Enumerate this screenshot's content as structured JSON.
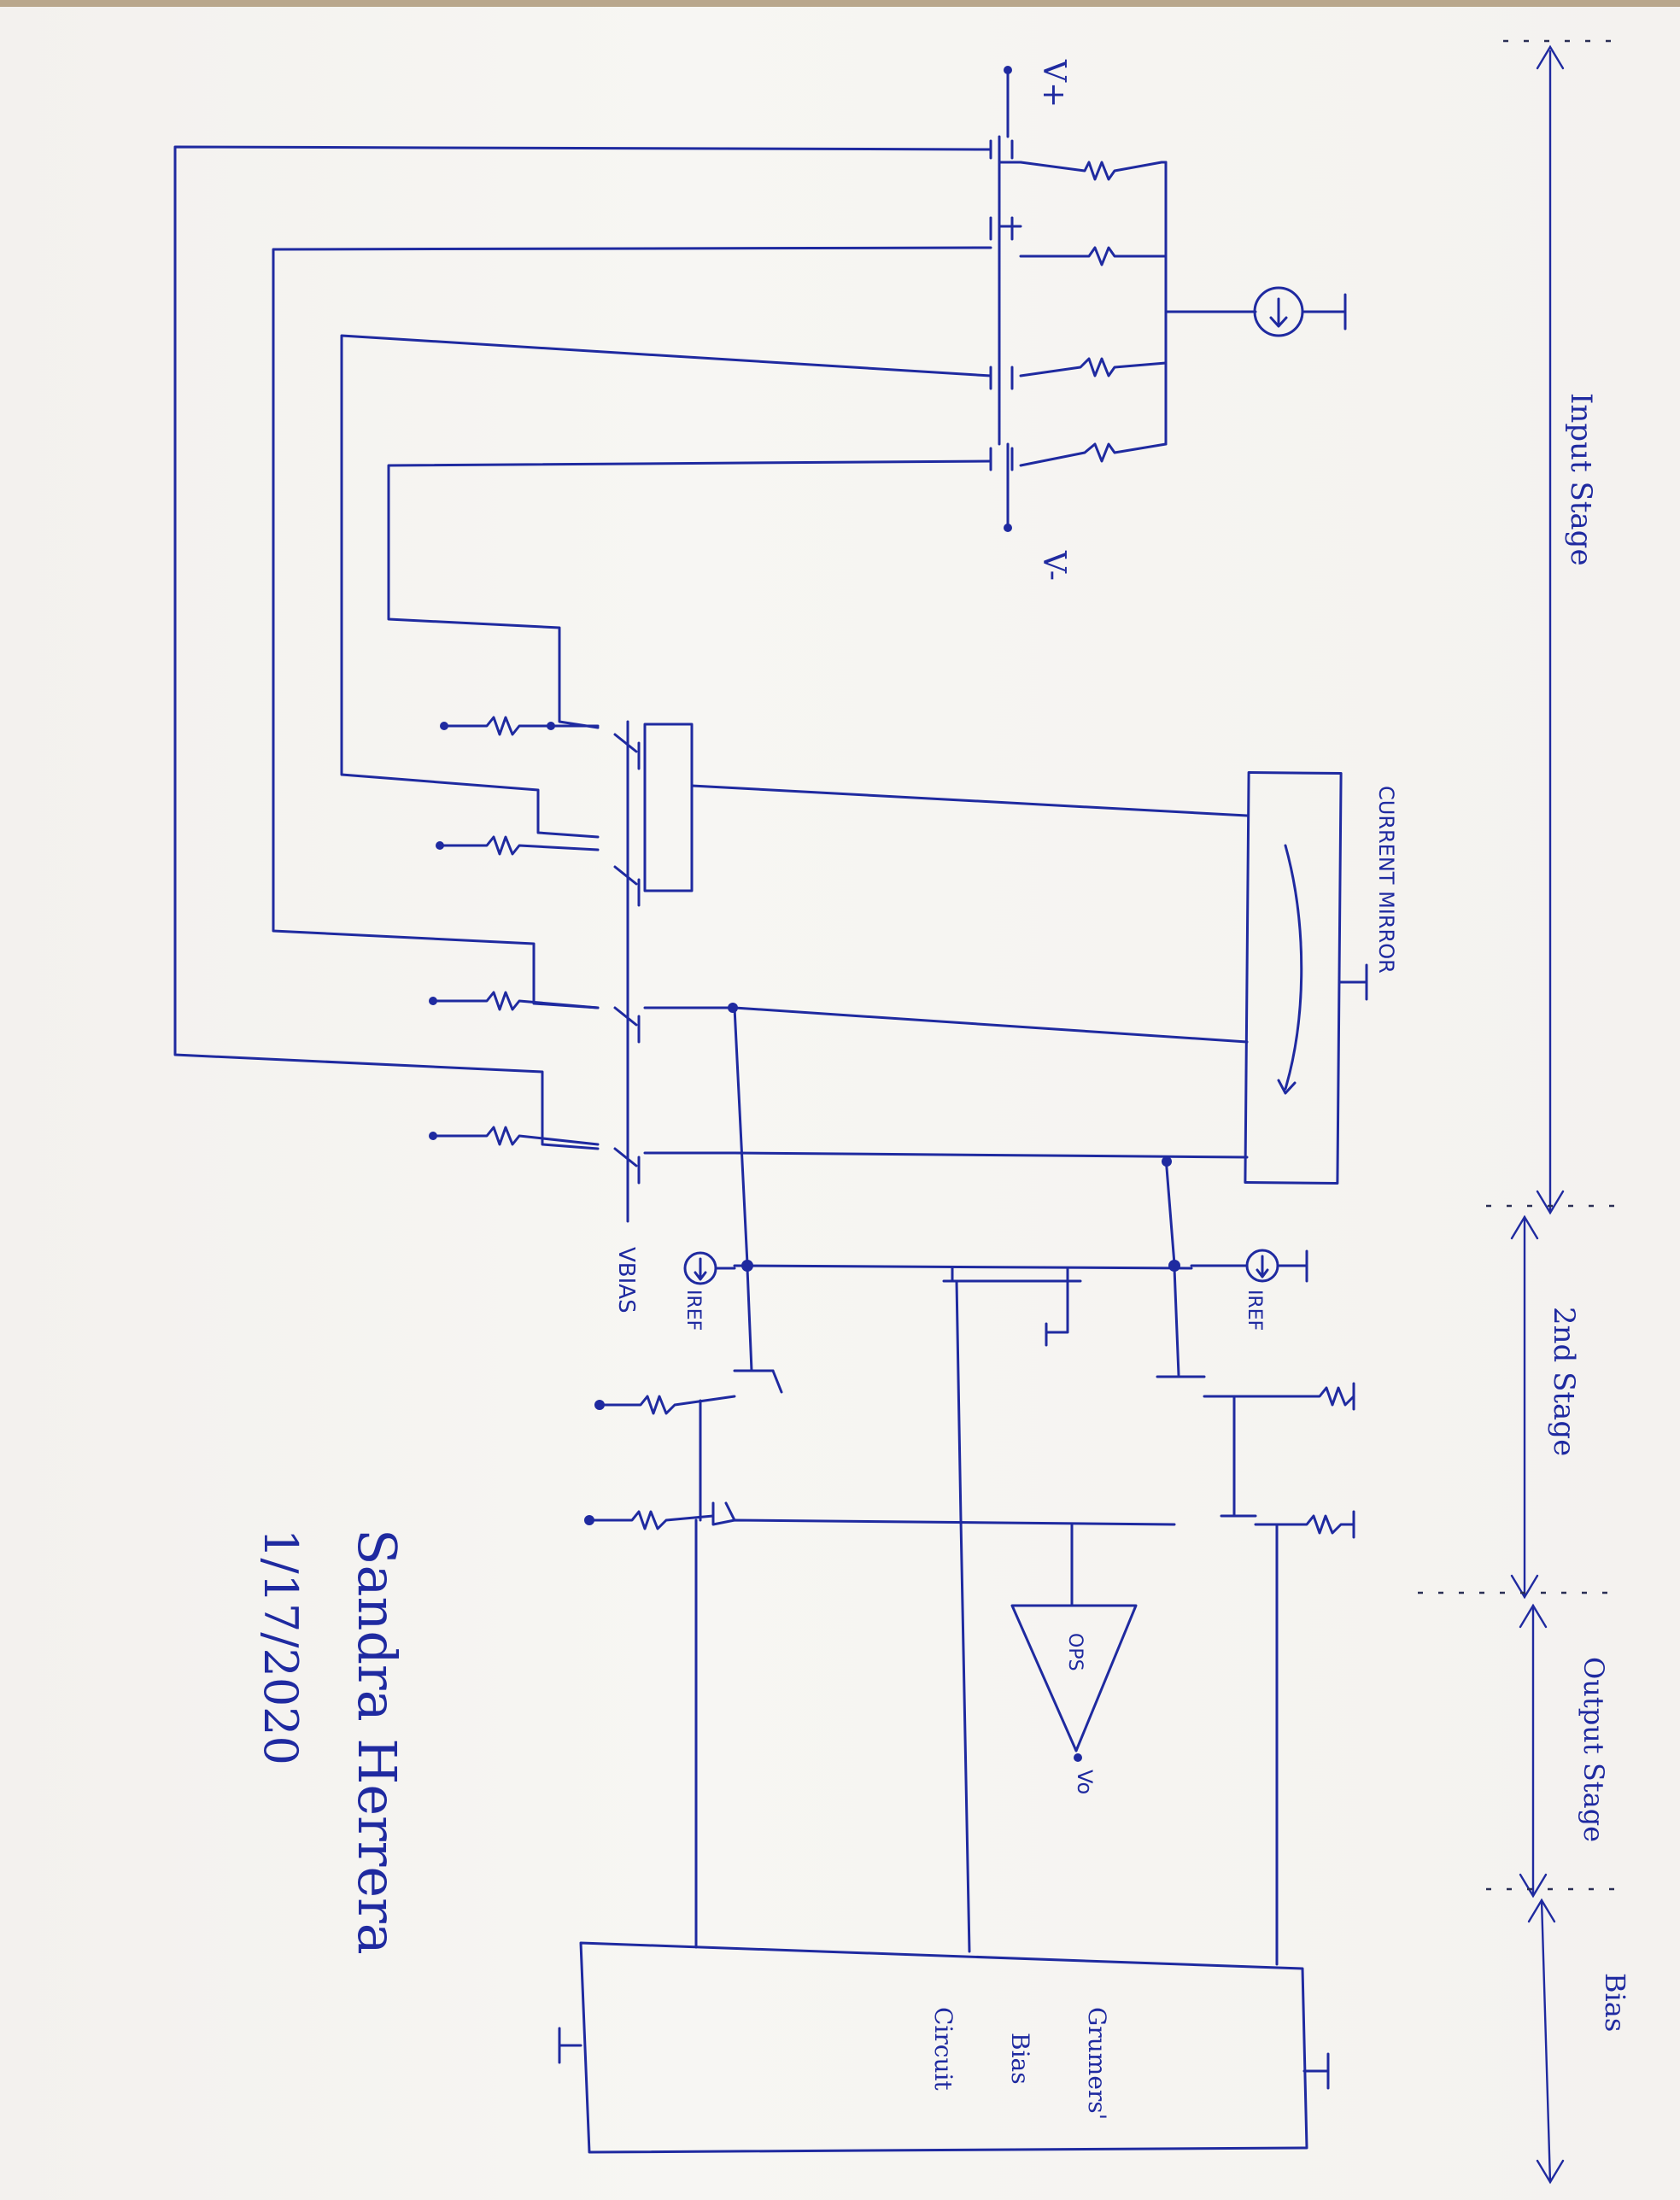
{
  "title": "",
  "sections": [
    {
      "id": "input",
      "label": "Input Stage"
    },
    {
      "id": "second",
      "label": "2nd Stage"
    },
    {
      "id": "output",
      "label": "Output Stage"
    },
    {
      "id": "bias",
      "label": "Bias"
    }
  ],
  "labels": {
    "vplus": "V+",
    "vminus": "V-",
    "current_mirror": "CURRENT MIRROR",
    "vbias": "VBIAS",
    "iref_left": "IREF",
    "iref_right": "IREF",
    "ops": "OPS",
    "vo": "Vo",
    "bias_circuit": [
      "Grumers'",
      "Bias",
      "Circuit"
    ]
  },
  "signature": {
    "name": "Sandra Herrera",
    "date": "1/17/2020"
  },
  "colors": {
    "ink": "#1f2aa0",
    "paper": "#f4f2ef"
  }
}
